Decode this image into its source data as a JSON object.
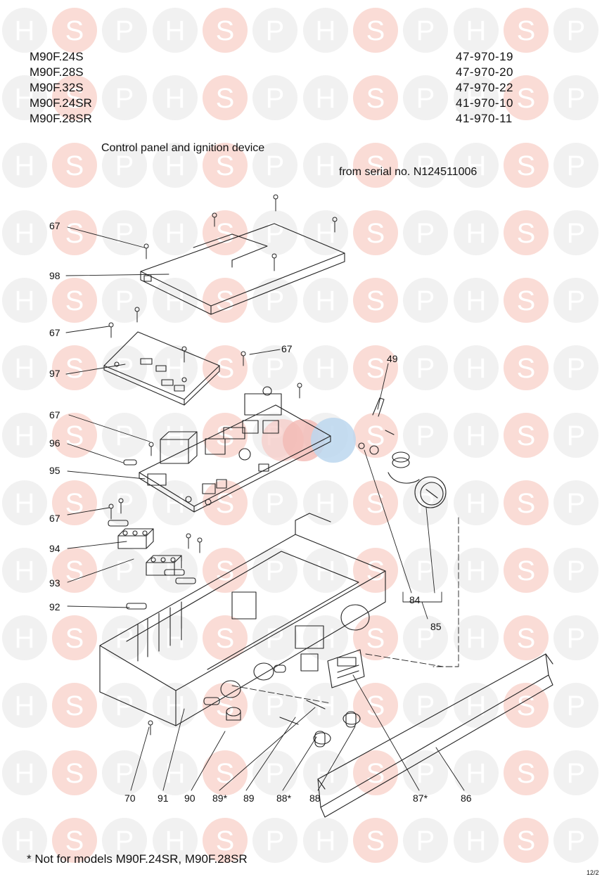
{
  "models": [
    "M90F.24S",
    "M90F.28S",
    "M90F.32S",
    "M90F.24SR",
    "M90F.28SR"
  ],
  "part_codes": [
    "47-970-19",
    "47-970-20",
    "47-970-22",
    "41-970-10",
    "41-970-11"
  ],
  "title": "Control panel and ignition device",
  "serial_note": "from serial no. N124511006",
  "footnote": "* Not for models M90F.24SR, M90F.28SR",
  "page_ref": "12/2",
  "watermark": {
    "letters": [
      "H",
      "S",
      "P"
    ],
    "colors": {
      "H": "#f0f0f0",
      "S": "#f9dcd5",
      "P": "#f0f0f0"
    }
  },
  "callouts": {
    "c67a": "67",
    "c98": "98",
    "c67b": "67",
    "c97": "97",
    "c67c": "67",
    "c49": "49",
    "c67d": "67",
    "c96": "96",
    "c95": "95",
    "c67e": "67",
    "c94": "94",
    "c93": "93",
    "c92": "92",
    "c84": "84",
    "c85": "85",
    "c70": "70",
    "c91": "91",
    "c90": "90",
    "c89s": "89*",
    "c89": "89",
    "c88s": "88*",
    "c88": "88",
    "c87s": "87*",
    "c86": "86"
  }
}
